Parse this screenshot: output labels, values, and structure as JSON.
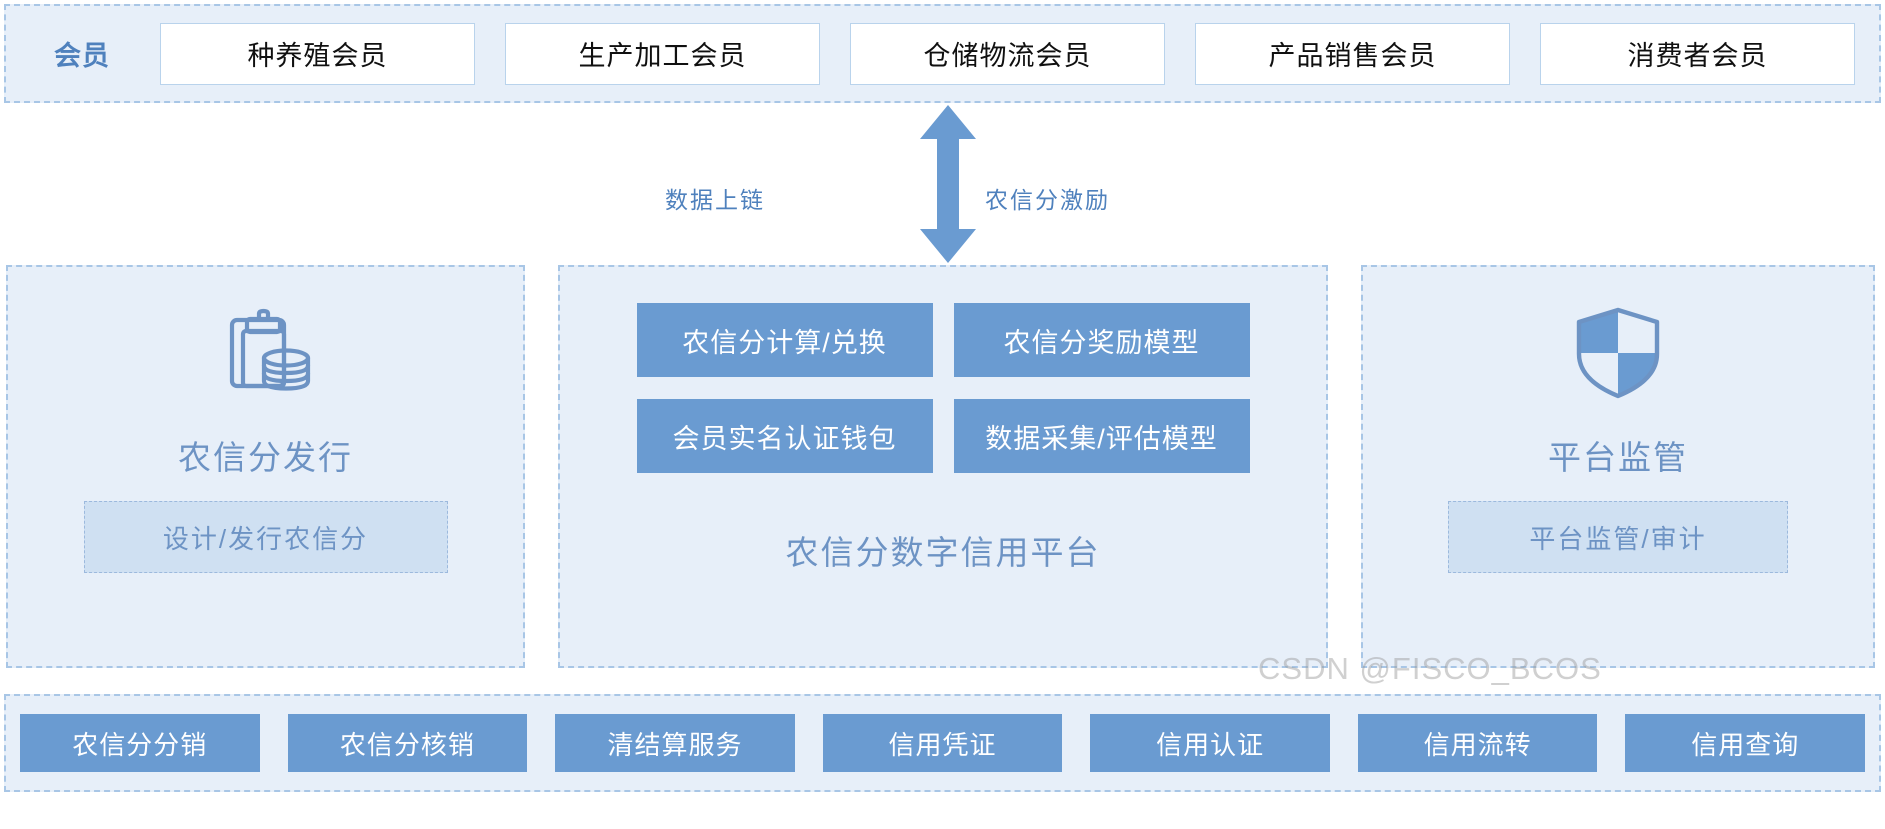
{
  "colors": {
    "band_fill": "#e7eff9",
    "band_border": "#a8c6e6",
    "tile_blue": "#6a9bd1",
    "label_blue": "#4f81bd",
    "title_blue": "#6d93c4",
    "subbox_fill": "#cfe0f2",
    "card_white": "#ffffff",
    "card_border": "#b9d3ec"
  },
  "member_band": {
    "label": "会员",
    "cards": [
      {
        "label": "种养殖会员"
      },
      {
        "label": "生产加工会员"
      },
      {
        "label": "仓储物流会员"
      },
      {
        "label": "产品销售会员"
      },
      {
        "label": "消费者会员"
      }
    ]
  },
  "arrow": {
    "icon": "double-headed-vertical-arrow-icon",
    "left_label": "数据上链",
    "right_label": "农信分激励"
  },
  "panels": {
    "left": {
      "icon": "clipboard-with-coins-icon",
      "title": "农信分发行",
      "subbox": "设计/发行农信分"
    },
    "center": {
      "tiles": [
        {
          "label": "农信分计算/兑换"
        },
        {
          "label": "农信分奖励模型"
        },
        {
          "label": "会员实名认证钱包"
        },
        {
          "label": "数据采集/评估模型"
        }
      ],
      "caption": "农信分数字信用平台"
    },
    "right": {
      "icon": "shield-quadrant-icon",
      "title": "平台监管",
      "subbox": "平台监管/审计"
    }
  },
  "service_band": {
    "tiles": [
      {
        "label": "农信分分销"
      },
      {
        "label": "农信分核销"
      },
      {
        "label": "清结算服务"
      },
      {
        "label": "信用凭证"
      },
      {
        "label": "信用认证"
      },
      {
        "label": "信用流转"
      },
      {
        "label": "信用查询"
      }
    ]
  },
  "watermark": {
    "text": "CSDN @FISCO_BCOS"
  }
}
